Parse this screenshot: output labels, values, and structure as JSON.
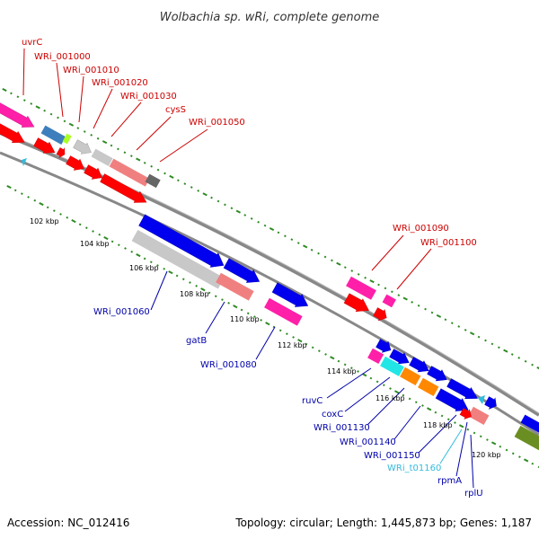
{
  "title": "Wolbachia sp. wRi, complete genome",
  "footer": {
    "accession": "Accession: NC_012416",
    "summary": "Topology: circular; Length: 1,445,873 bp; Genes: 1,187"
  },
  "colors": {
    "backbone": "#888888",
    "ticks": "#2e8b22",
    "label_red": "#cc0000",
    "label_blue": "#0000aa",
    "label_cyan": "#33bbdd"
  },
  "scale_labels": [
    "102 kbp",
    "104 kbp",
    "106 kbp",
    "108 kbp",
    "110 kbp",
    "112 kbp",
    "114 kbp",
    "116 kbp",
    "118 kbp",
    "120 kbp"
  ],
  "genes": [
    {
      "id": "uvrC",
      "label": "uvrC",
      "color": "#ff1fa8",
      "tone": "red"
    },
    {
      "id": "WRi_001000",
      "label": "WRi_001000",
      "color": "#3d7fbd",
      "tone": "red"
    },
    {
      "id": "WRi_001010",
      "label": "WRi_001010",
      "color": "#aaff22",
      "tone": "red"
    },
    {
      "id": "WRi_001020",
      "label": "WRi_001020",
      "color": "#c8c8c8",
      "tone": "red"
    },
    {
      "id": "WRi_001030",
      "label": "WRi_001030",
      "color": "#c8c8c8",
      "tone": "red"
    },
    {
      "id": "cysS",
      "label": "cysS",
      "color": "#f08080",
      "tone": "red"
    },
    {
      "id": "WRi_001050",
      "label": "WRi_001050",
      "color": "#666666",
      "tone": "red"
    },
    {
      "id": "WRi_001060",
      "label": "WRi_001060",
      "color": "#c8c8c8",
      "tone": "blue"
    },
    {
      "id": "gatB",
      "label": "gatB",
      "color": "#f08080",
      "tone": "blue"
    },
    {
      "id": "WRi_001080",
      "label": "WRi_001080",
      "color": "#ff1fa8",
      "tone": "blue"
    },
    {
      "id": "WRi_001090",
      "label": "WRi_001090",
      "color": "#ff1fa8",
      "tone": "red"
    },
    {
      "id": "WRi_001100",
      "label": "WRi_001100",
      "color": "#ff1fa8",
      "tone": "red"
    },
    {
      "id": "ruvC",
      "label": "ruvC",
      "color": "#ff1fa8",
      "tone": "blue"
    },
    {
      "id": "coxC",
      "label": "coxC",
      "color": "#22e6e6",
      "tone": "blue"
    },
    {
      "id": "WRi_001130",
      "label": "WRi_001130",
      "color": "#ff8800",
      "tone": "blue"
    },
    {
      "id": "WRi_001140",
      "label": "WRi_001140",
      "color": "#ff8800",
      "tone": "blue"
    },
    {
      "id": "WRi_001150",
      "label": "WRi_001150",
      "color": "#0000ee",
      "tone": "blue"
    },
    {
      "id": "WRi_t01160",
      "label": "WRi_t01160",
      "color": "#33bbdd",
      "tone": "cyan"
    },
    {
      "id": "rpmA",
      "label": "rpmA",
      "color": "#0000ee",
      "tone": "blue"
    },
    {
      "id": "rplU",
      "label": "rplU",
      "color": "#0000ee",
      "tone": "blue"
    }
  ]
}
